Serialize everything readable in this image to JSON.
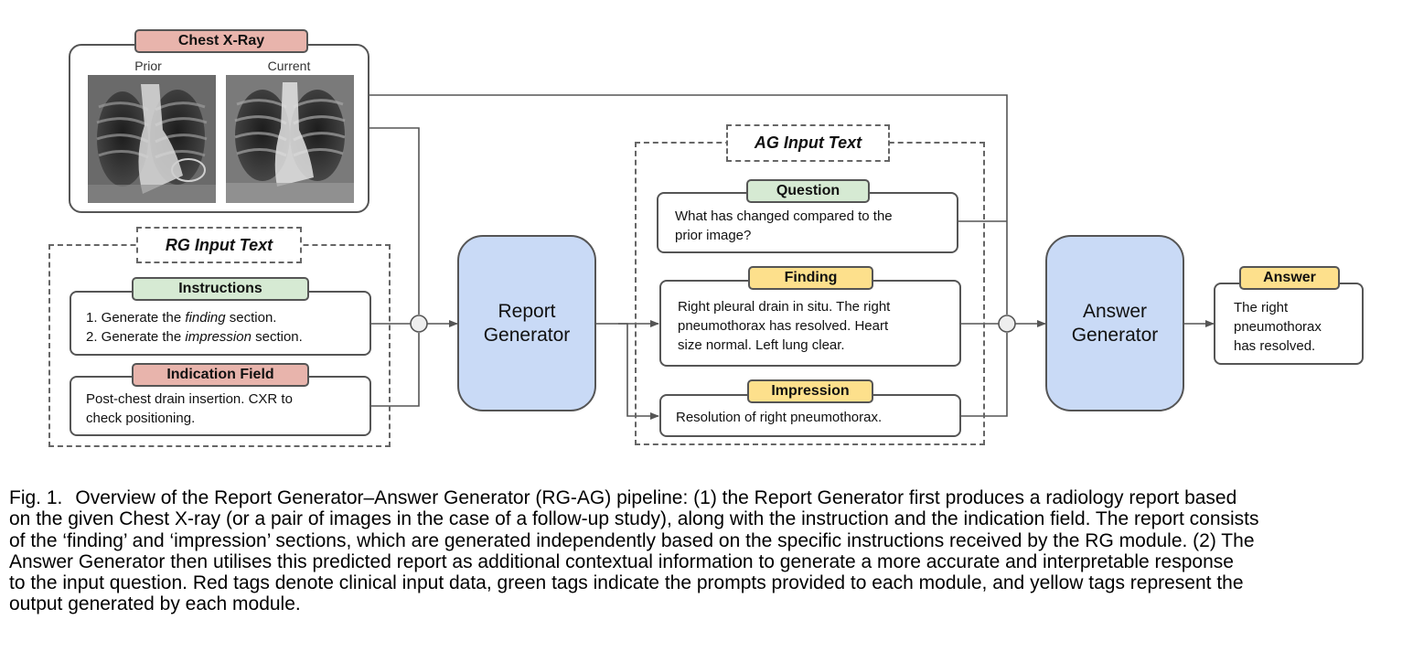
{
  "chest_xray": {
    "tag": "Chest X-Ray",
    "prior_label": "Prior",
    "current_label": "Current"
  },
  "rg_input": {
    "title": "RG Input Text",
    "instructions_tag": "Instructions",
    "instruction_1_pre": "1. Generate the ",
    "instruction_1_em": "finding",
    "instruction_1_post": " section.",
    "instruction_2_pre": "2. Generate the ",
    "instruction_2_em": "impression",
    "instruction_2_post": " section.",
    "indication_tag": "Indication Field",
    "indication_line_1": "Post-chest drain insertion. CXR to",
    "indication_line_2": "check positioning."
  },
  "report_generator": {
    "line_1": "Report",
    "line_2": "Generator"
  },
  "ag_input": {
    "title": "AG Input Text",
    "question_tag": "Question",
    "question_line_1": "What has changed compared to the",
    "question_line_2": "prior image?",
    "finding_tag": "Finding",
    "finding_line_1": "Right pleural drain in situ. The right",
    "finding_line_2": "pneumothorax has resolved. Heart",
    "finding_line_3": "size normal. Left lung clear.",
    "impression_tag": "Impression",
    "impression_text": "Resolution of right pneumothorax."
  },
  "answer_generator": {
    "line_1": "Answer",
    "line_2": "Generator"
  },
  "answer": {
    "tag": "Answer",
    "line_1": "The right",
    "line_2": "pneumothorax",
    "line_3": "has resolved."
  },
  "caption": {
    "label": "Fig. 1.",
    "lines": [
      "Overview of the Report Generator–Answer Generator (RG-AG) pipeline: (1) the Report Generator first produces a radiology report based",
      "on the given Chest X-ray (or a pair of images in the case of a follow-up study), along with the instruction and the indication field. The report consists",
      "of the ‘finding’ and ‘impression’ sections, which are generated independently based on the specific instructions received by the RG module. (2) The",
      "Answer Generator then utilises this predicted report as additional contextual information to generate a more accurate and interpretable response",
      "to the input question. Red tags denote clinical input data, green tags indicate the prompts provided to each module, and yellow tags represent the",
      "output generated by each module."
    ]
  },
  "colors": {
    "red_tag": "#e8b4ac",
    "green_tag": "#d6ead3",
    "yellow_tag": "#fde08c",
    "module_blue": "#c9daf6",
    "line_gray": "#555555"
  }
}
